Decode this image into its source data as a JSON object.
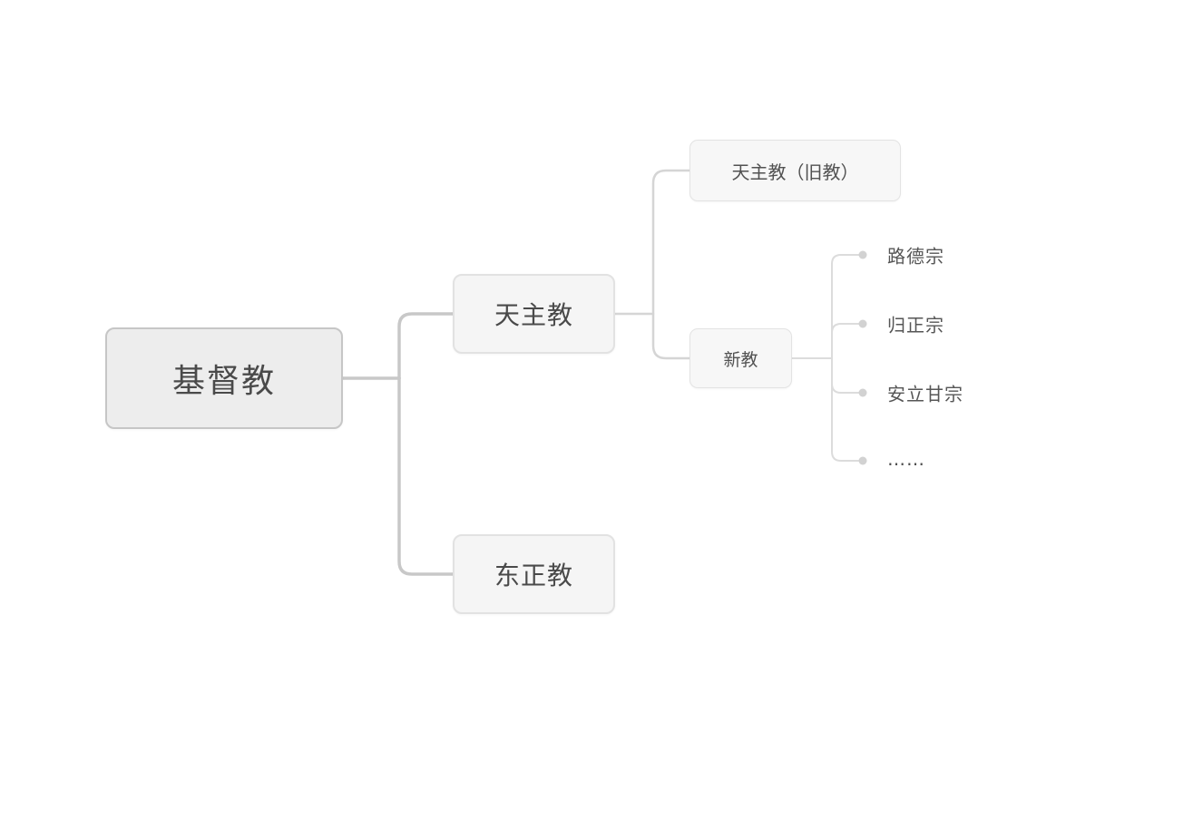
{
  "mindmap": {
    "type": "mindmap-tree",
    "nodes": {
      "christianity": {
        "label": "基督教",
        "level": 0
      },
      "catholicism": {
        "label": "天主教",
        "level": 1
      },
      "eastern_orthodox": {
        "label": "东正教",
        "level": 1
      },
      "catholicism_old": {
        "label": "天主教（旧教）",
        "level": 2
      },
      "protestantism": {
        "label": "新教",
        "level": 2
      },
      "lutheranism": {
        "label": "路德宗",
        "level": 3
      },
      "reformed": {
        "label": "归正宗",
        "level": 3
      },
      "anglicanism": {
        "label": "安立甘宗",
        "level": 3
      },
      "more": {
        "label": "……",
        "level": 3
      }
    },
    "edges": [
      {
        "from": "christianity",
        "to": "catholicism"
      },
      {
        "from": "christianity",
        "to": "eastern_orthodox"
      },
      {
        "from": "catholicism",
        "to": "catholicism_old"
      },
      {
        "from": "catholicism",
        "to": "protestantism"
      },
      {
        "from": "protestantism",
        "to": "lutheranism"
      },
      {
        "from": "protestantism",
        "to": "reformed"
      },
      {
        "from": "protestantism",
        "to": "anglicanism"
      },
      {
        "from": "protestantism",
        "to": "more"
      }
    ],
    "colors": {
      "background": "#ffffff",
      "branch_level1": "#c8c8c8",
      "branch_level2": "#d5d5d5",
      "branch_level3": "#dcdcdc",
      "root_fill": "#ededed",
      "root_border": "#c6c6c6",
      "node_fill": "#f5f5f5",
      "node_border": "#e2e2e2",
      "node_text": "#4a4a4a",
      "leaf_text": "#565656",
      "leaf_dot": "#d2d2d2"
    }
  }
}
